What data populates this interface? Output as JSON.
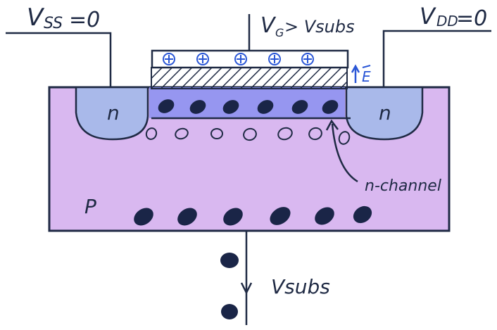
{
  "labels": {
    "source_voltage": "V",
    "source_sub": "SS",
    "source_value": "=0",
    "drain_voltage": "V",
    "drain_sub": "DD",
    "drain_value": "=0",
    "gate_voltage": "V",
    "gate_sub": "G",
    "gate_relation": "> Vsubs",
    "substrate_voltage": "Vsubs",
    "left_region": "n",
    "right_region": "n",
    "substrate_type": "P",
    "channel_label": "n-channel",
    "field_label": "E"
  },
  "colors": {
    "substrate": "#d9b8f0",
    "n_region": "#a9b9ea",
    "channel": "#8a8ff0",
    "electrons": "#1a2547",
    "ink": "#1f2a44",
    "positive_charge": "#2a56d6",
    "field_arrow": "#2a56d6"
  }
}
